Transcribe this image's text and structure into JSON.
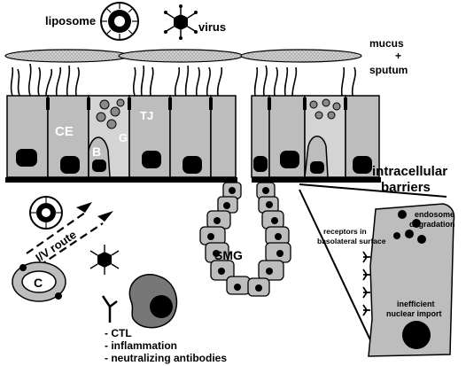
{
  "labels": {
    "liposome": "liposome",
    "virus": "virus",
    "mucus": "mucus",
    "plus": "+",
    "sputum": "sputum",
    "ce": "CE",
    "tj": "TJ",
    "b": "B",
    "g": "G",
    "smg": "SMG",
    "iv_route": "I/V route",
    "c": "C",
    "intracellular_1": "intracellular",
    "intracellular_2": "barriers",
    "endosome_1": "endosome",
    "endosome_2": "degradation",
    "receptors_1": "receptors in",
    "receptors_2": "basolateral surface",
    "nuclear_1": "inefficient",
    "nuclear_2": "nuclear import",
    "ctl": "- CTL",
    "inflammation": "- inflammation",
    "antibodies": "- neutralizing antibodies"
  },
  "colors": {
    "cell_fill": "#bdbdbd",
    "nucleus": "#000000",
    "mucus_fill": "#c8c8c8",
    "outline": "#000000"
  }
}
